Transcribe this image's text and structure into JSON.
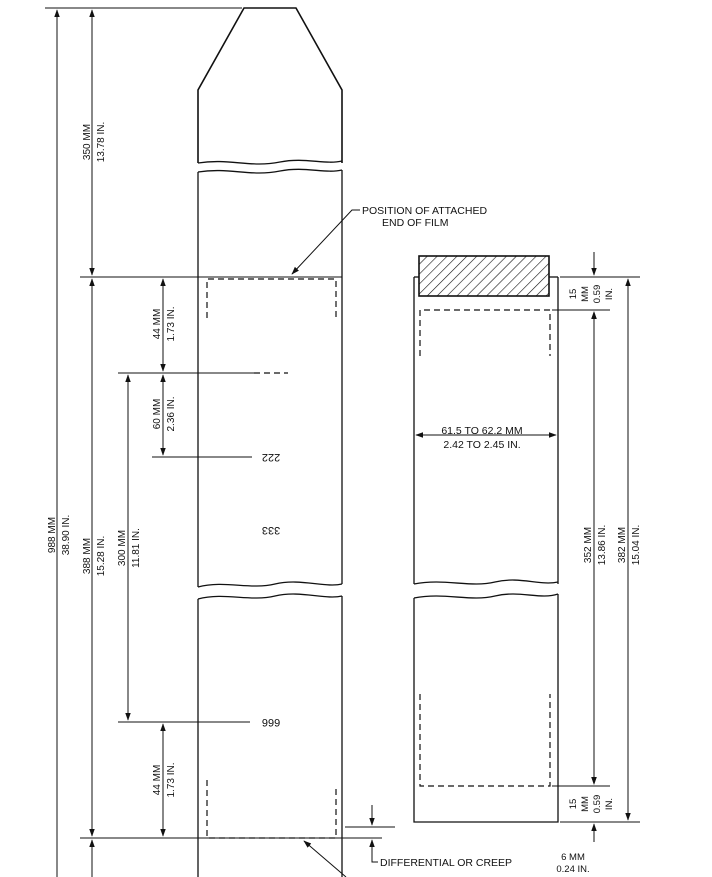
{
  "callouts": {
    "position_line1": "POSITION OF ATTACHED",
    "position_line2": "END OF FILM",
    "width_mm": "61.5 TO 62.2 MM",
    "width_in": "2.42 TO 2.45 IN.",
    "differential": "DIFFERENTIAL OR CREEP",
    "creep_mm": "6 MM",
    "creep_in": "0.24 IN."
  },
  "dimensions": {
    "overall_mm": "988 MM",
    "overall_in": "38.90 IN.",
    "leader_mm": "350 MM",
    "leader_in": "13.78 IN.",
    "paper_mm": "388 MM",
    "paper_in": "15.28 IN.",
    "top_margin_mm": "44 MM",
    "top_margin_in": "1.73 IN.",
    "number_spacing_mm": "60 MM",
    "number_spacing_in": "2.36 IN.",
    "numbers_span_mm": "300 MM",
    "numbers_span_in": "11.81 IN.",
    "bottom_margin_mm": "44 MM",
    "bottom_margin_in": "1.73 IN.",
    "tape_mm": "15",
    "tape_unit_mm": "MM",
    "tape_in": "0.59",
    "tape_unit_in": "IN.",
    "film_mm": "352 MM",
    "film_in": "13.86 IN.",
    "film_total_mm": "382 MM",
    "film_total_in": "15.04 IN.",
    "bottom_tape_mm": "15",
    "bottom_tape_unit_mm": "MM",
    "bottom_tape_in": "0.59",
    "bottom_tape_unit_in": "IN."
  },
  "frame_numbers": {
    "n2": "222",
    "n3": "333",
    "n6": "666"
  }
}
